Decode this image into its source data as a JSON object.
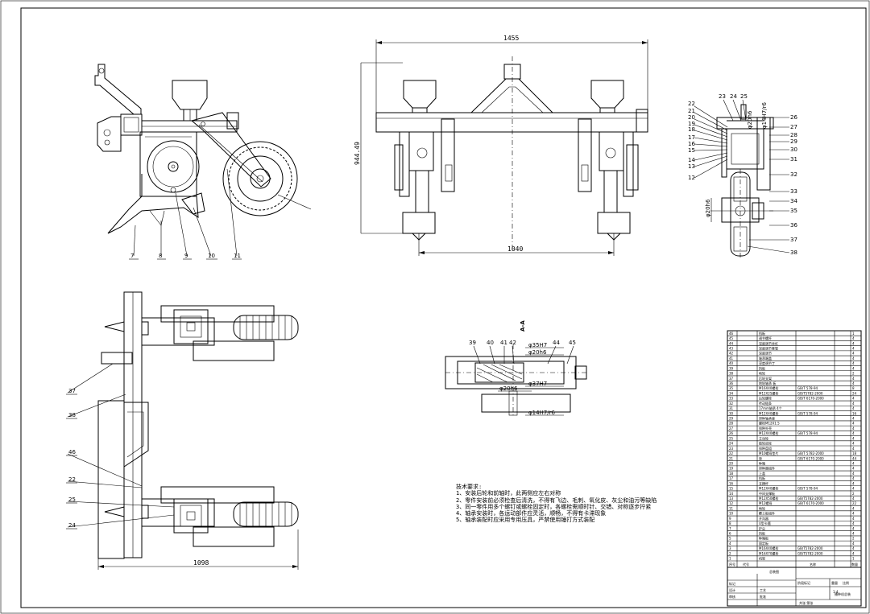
{
  "dimensions": {
    "front_width": "1455",
    "front_height": "944.49",
    "wheel_track": "1040",
    "plan_width": "1098"
  },
  "fits": {
    "fit_1": "φ35H7",
    "fit_2": "φ20h6",
    "fit_3": "φ37H7",
    "fit_4": "φ20h6",
    "fit_5": "φ14H7/r6",
    "fit_6": "φ14H7/r6",
    "fit_7": "φ20h6",
    "fit_8": "φ20h6",
    "section_label": "A-A"
  },
  "balloons": {
    "side": [
      "7",
      "8",
      "9",
      "10",
      "11"
    ],
    "right": [
      "22",
      "21",
      "20",
      "19",
      "18",
      "17",
      "16",
      "15",
      "14",
      "13",
      "12",
      "23",
      "24",
      "25",
      "26",
      "27",
      "28",
      "29",
      "30",
      "31",
      "32",
      "33",
      "34",
      "35",
      "36",
      "37",
      "38"
    ],
    "detail": [
      "39",
      "40",
      "41",
      "42",
      "44",
      "45"
    ],
    "plan": [
      "37",
      "38",
      "46",
      "22",
      "25",
      "24"
    ]
  },
  "notes": {
    "heading": "技术要求:",
    "items": [
      "1、安装后轮和前轴时，此两侧应左右对称",
      "2、零件安装前必须检查后清洗，不得有飞边、毛刺、氧化皮、灰尘和油污等缺陷",
      "3、同一零件用多个螺钉或螺栓固定时，各螺栓需顺时针、交错、对称逐步拧紧",
      "4、轴承安装时，各运动部件应灵活，顺畅，不得有卡滞现象",
      "5、轴承装配时应采用专用压具，严禁使用锤打方式装配"
    ]
  },
  "bom": {
    "rows": [
      {
        "no": "46",
        "name": "挡板",
        "std": "",
        "qty": "1"
      },
      {
        "no": "45",
        "name": "调节螺杆",
        "std": "",
        "qty": "4"
      },
      {
        "no": "44",
        "name": "深度调节丝杠",
        "std": "",
        "qty": "4"
      },
      {
        "no": "43",
        "name": "深度调节套管",
        "std": "",
        "qty": "4"
      },
      {
        "no": "42",
        "name": "深度调节",
        "std": "",
        "qty": "4"
      },
      {
        "no": "41",
        "name": "轴承端盖",
        "std": "",
        "qty": "4"
      },
      {
        "no": "40",
        "name": "深度调节丁",
        "std": "",
        "qty": "4"
      },
      {
        "no": "39",
        "name": "挡板",
        "std": "",
        "qty": "4"
      },
      {
        "no": "38",
        "name": "地轮",
        "std": "",
        "qty": "2"
      },
      {
        "no": "37",
        "name": "后轮支架",
        "std": "",
        "qty": "4"
      },
      {
        "no": "36",
        "name": "地轮轴承 板",
        "std": "",
        "qty": "4"
      },
      {
        "no": "35",
        "name": "M16X40螺栓",
        "std": "GB/T 578-94",
        "qty": "8"
      },
      {
        "no": "34",
        "name": "M12X25螺栓",
        "std": "GB/T5782-2000",
        "qty": "24"
      },
      {
        "no": "33",
        "name": "后轮螺栓",
        "std": "GB/T 6170-2000",
        "qty": "4"
      },
      {
        "no": "32",
        "name": "传动链条",
        "std": "",
        "qty": "4"
      },
      {
        "no": "31",
        "name": "17mm轴承 4个",
        "std": "",
        "qty": "4"
      },
      {
        "no": "30",
        "name": "M12X40螺栓",
        "std": "GB/T 578-94",
        "qty": "16"
      },
      {
        "no": "29",
        "name": "排种轴承座",
        "std": "",
        "qty": "4"
      },
      {
        "no": "28",
        "name": "螺栓M12X1.5",
        "std": "",
        "qty": "4"
      },
      {
        "no": "27",
        "name": "排种外壳",
        "std": "",
        "qty": "4"
      },
      {
        "no": "26",
        "name": "M12X40螺栓",
        "std": "GB/T 578-94",
        "qty": "4"
      },
      {
        "no": "25",
        "name": "主动轮",
        "std": "",
        "qty": "4"
      },
      {
        "no": "24",
        "name": "链轮齿轮",
        "std": "",
        "qty": "4"
      },
      {
        "no": "23",
        "name": "排种盘组",
        "std": "",
        "qty": "4"
      },
      {
        "no": "22",
        "name": "M10螺母垫片",
        "std": "GB/T 5782-2000",
        "qty": "18"
      },
      {
        "no": "21",
        "name": "垫",
        "std": "GB/T 6170-2000",
        "qty": "44"
      },
      {
        "no": "20",
        "name": "种箱",
        "std": "",
        "qty": "4"
      },
      {
        "no": "19",
        "name": "排种器组件",
        "std": "",
        "qty": "4"
      },
      {
        "no": "18",
        "name": "上盖",
        "std": "",
        "qty": "4"
      },
      {
        "no": "17",
        "name": "挡板",
        "std": "",
        "qty": "4"
      },
      {
        "no": "16",
        "name": "支撑杆",
        "std": "",
        "qty": "4"
      },
      {
        "no": "15",
        "name": "M12X40螺栓",
        "std": "GB/T 578-94",
        "qty": "4"
      },
      {
        "no": "14",
        "name": "中间支撑板",
        "std": "",
        "qty": "2"
      },
      {
        "no": "13",
        "name": "M12X50螺栓",
        "std": "GB/T5782-2000",
        "qty": "4"
      },
      {
        "no": "12",
        "name": "M12螺母",
        "std": "GB/T 6170-2000",
        "qty": "22"
      },
      {
        "no": "11",
        "name": "地轮",
        "std": "",
        "qty": "4"
      },
      {
        "no": "10",
        "name": "覆土板组件",
        "std": "",
        "qty": "4"
      },
      {
        "no": "9",
        "name": "开沟器",
        "std": "",
        "qty": "4"
      },
      {
        "no": "8",
        "name": "U型卡箍",
        "std": "",
        "qty": "4"
      },
      {
        "no": "7",
        "name": "铲尖",
        "std": "",
        "qty": "4"
      },
      {
        "no": "6",
        "name": "挡板",
        "std": "",
        "qty": "4"
      },
      {
        "no": "5",
        "name": "种箱板",
        "std": "",
        "qty": "2"
      },
      {
        "no": "4",
        "name": "固定板",
        "std": "",
        "qty": "4"
      },
      {
        "no": "3",
        "name": "M16X40螺栓",
        "std": "GB/T5782-2000",
        "qty": "4"
      },
      {
        "no": "2",
        "name": "M16X70螺栓",
        "std": "GB/T5782-2000",
        "qty": "4"
      },
      {
        "no": "1",
        "name": "机架",
        "std": "",
        "qty": "1"
      }
    ],
    "header": {
      "no": "序号",
      "code": "代号",
      "name": "名称",
      "qty": "数量"
    }
  },
  "title_block": {
    "drawing_name": "总装图",
    "scale": "1:4",
    "sheet_info": "共张 第张",
    "design": "设计",
    "check": "审核",
    "process": "工艺",
    "approve": "批准",
    "mark": "标记",
    "count": "处数",
    "zone": "分区",
    "change_doc": "更改文件号",
    "sign": "签名",
    "date": "日期",
    "stage_mark": "阶段标记",
    "weight": "重量",
    "ratio": "比例",
    "project": "播种机总装"
  }
}
